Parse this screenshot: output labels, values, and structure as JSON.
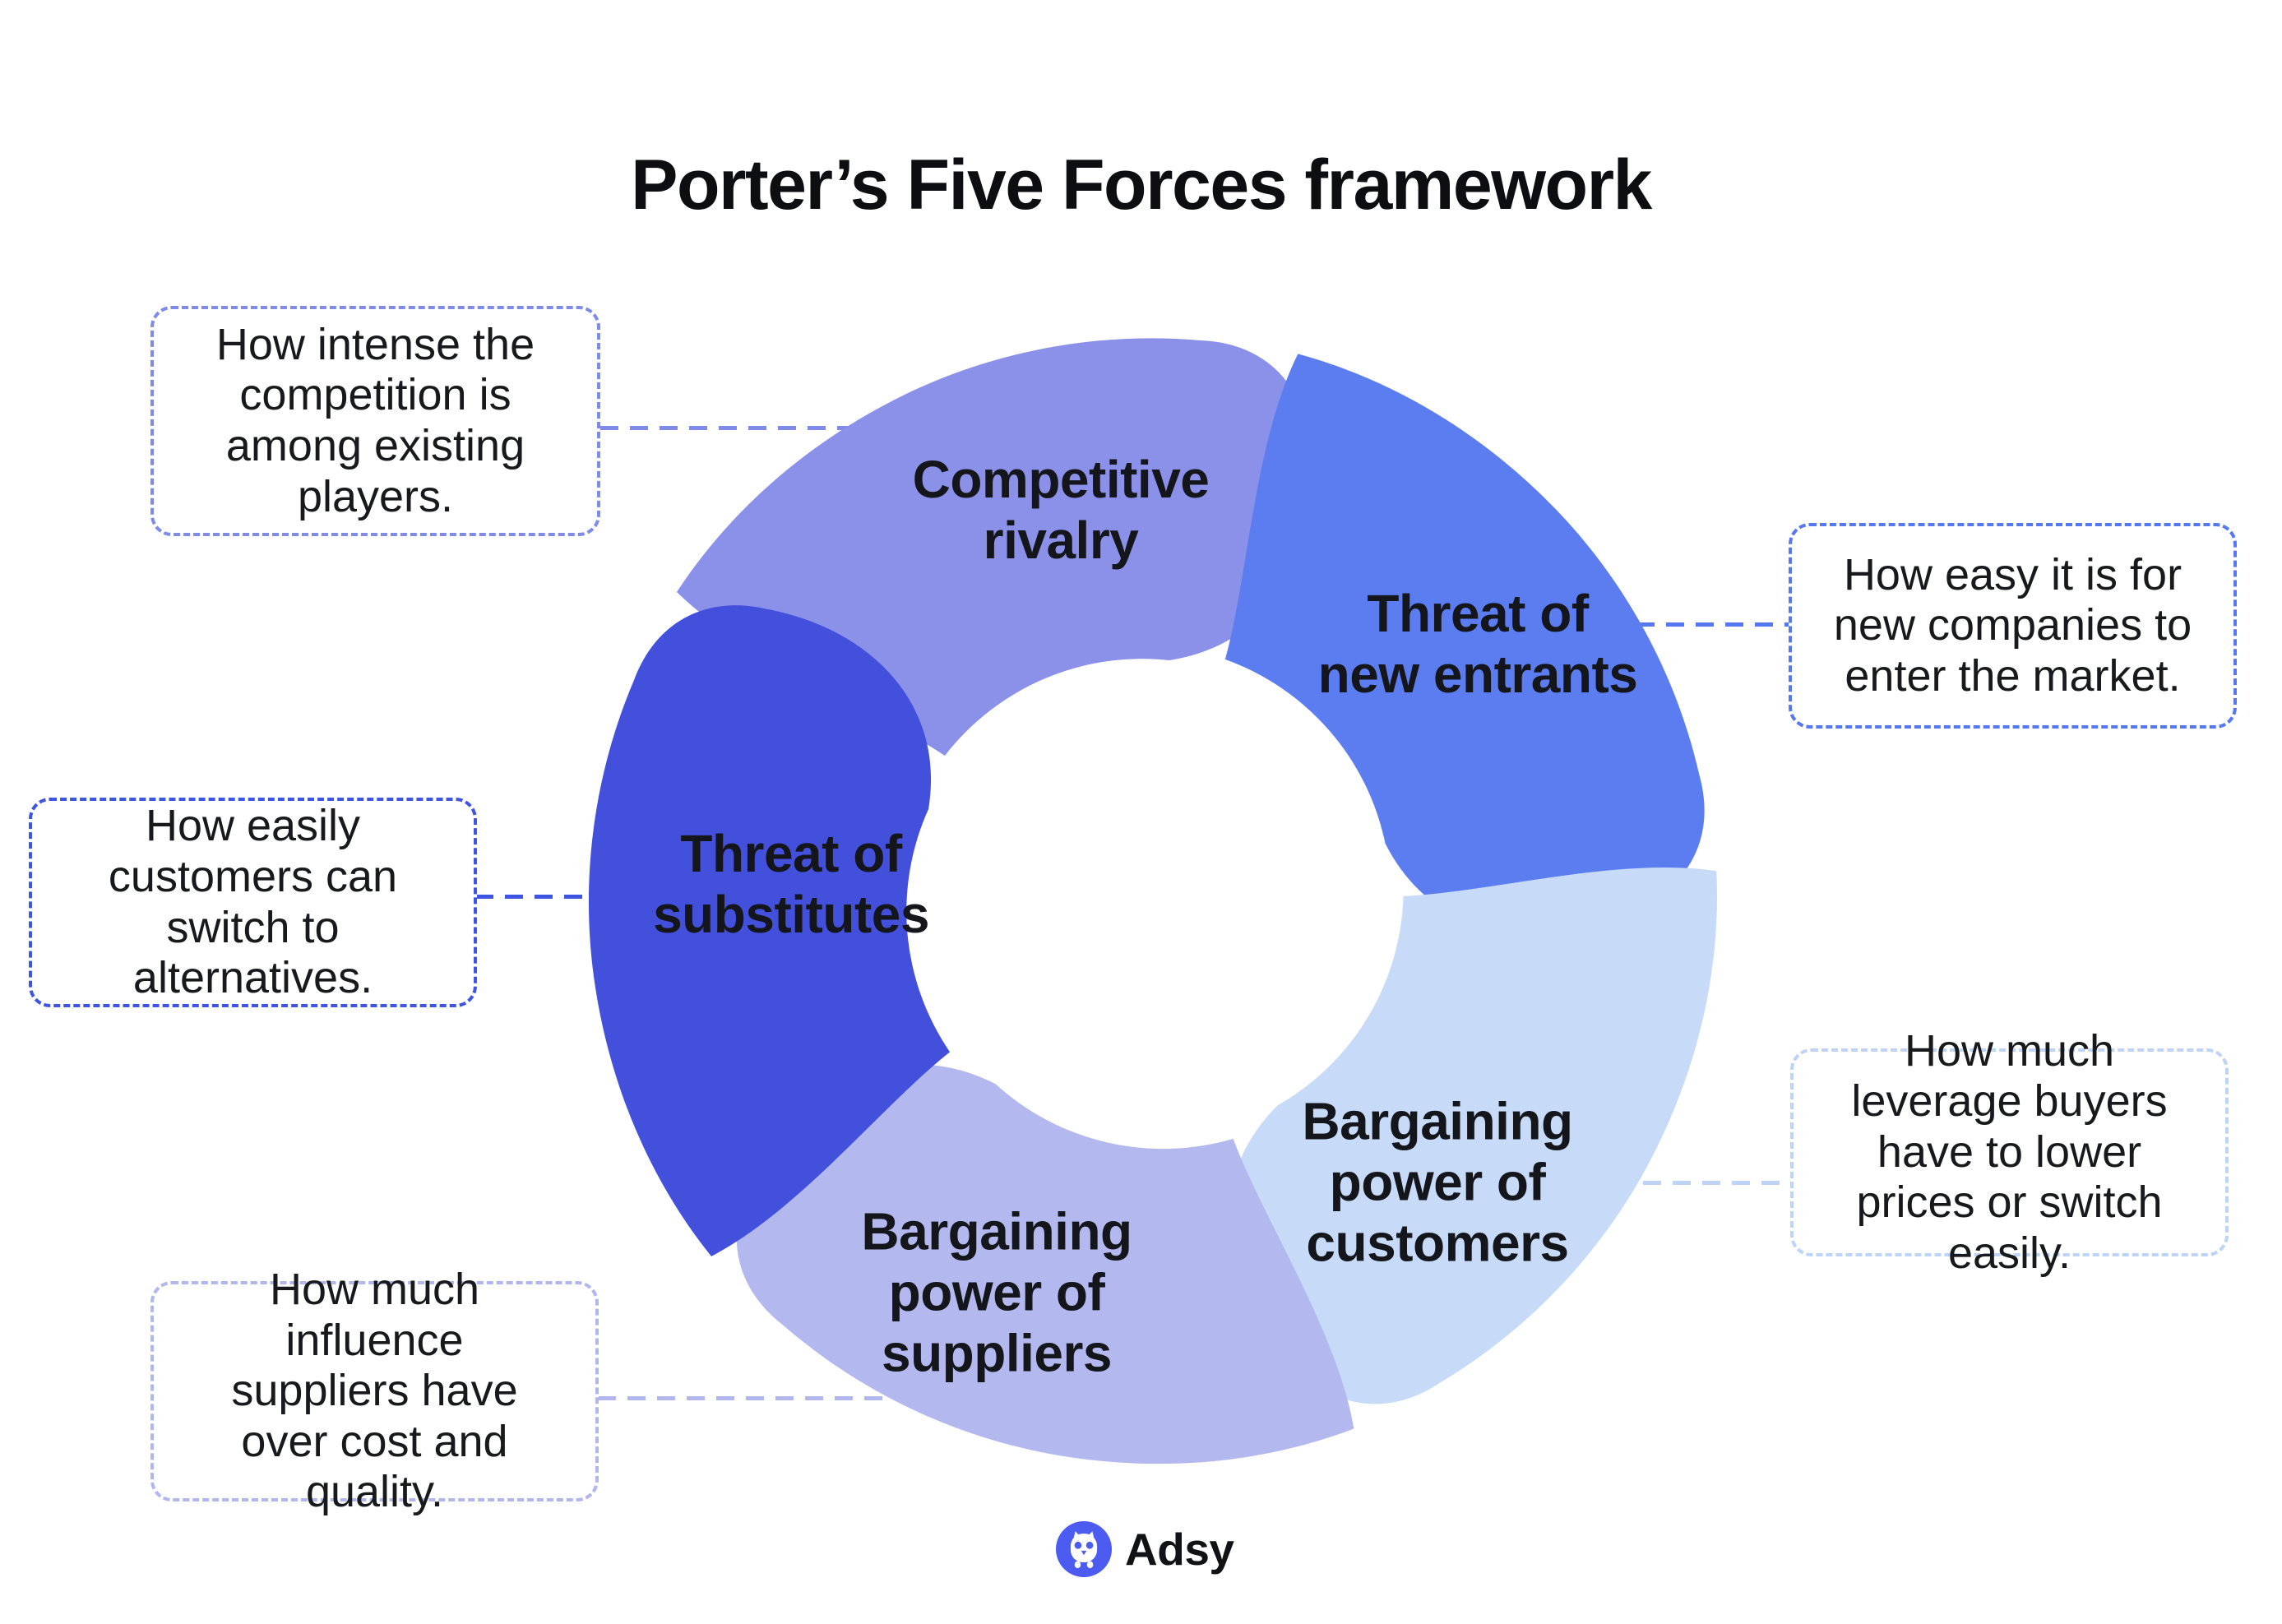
{
  "title": "Porter’s Five Forces framework",
  "forces": [
    {
      "id": "competitive-rivalry",
      "label": "Competitive rivalry",
      "lines": [
        "Competitive",
        "rivalry"
      ],
      "description": "How intense the competition is among existing players.",
      "petal_color": "#8B90E8",
      "callout_border_color": "#7F8BE9"
    },
    {
      "id": "threat-of-new-entrants",
      "label": "Threat of new entrants",
      "lines": [
        "Threat of",
        "new entrants"
      ],
      "description": "How easy it is for new companies to enter the market.",
      "petal_color": "#5C7DEF",
      "callout_border_color": "#5577EF"
    },
    {
      "id": "bargaining-power-of-customers",
      "label": "Bargaining power of customers",
      "lines": [
        "Bargaining",
        "power of",
        "customers"
      ],
      "description": "How much leverage buyers have to lower prices or switch easily.",
      "petal_color": "#C7DAF8",
      "callout_border_color": "#BDD4F7"
    },
    {
      "id": "bargaining-power-of-suppliers",
      "label": "Bargaining power of suppliers",
      "lines": [
        "Bargaining",
        "power of",
        "suppliers"
      ],
      "description": "How much influence suppliers have over cost and quality.",
      "petal_color": "#B3B9EE",
      "callout_border_color": "#B1B7EC"
    },
    {
      "id": "threat-of-substitutes",
      "label": "Threat of substitutes",
      "lines": [
        "Threat of",
        "substitutes"
      ],
      "description": "How easily customers can switch to alternatives.",
      "petal_color": "#4350DC",
      "callout_border_color": "#3D55E0"
    }
  ],
  "logo": {
    "text": "Adsy",
    "icon": "owl-icon",
    "icon_color": "#4C5BF0"
  }
}
